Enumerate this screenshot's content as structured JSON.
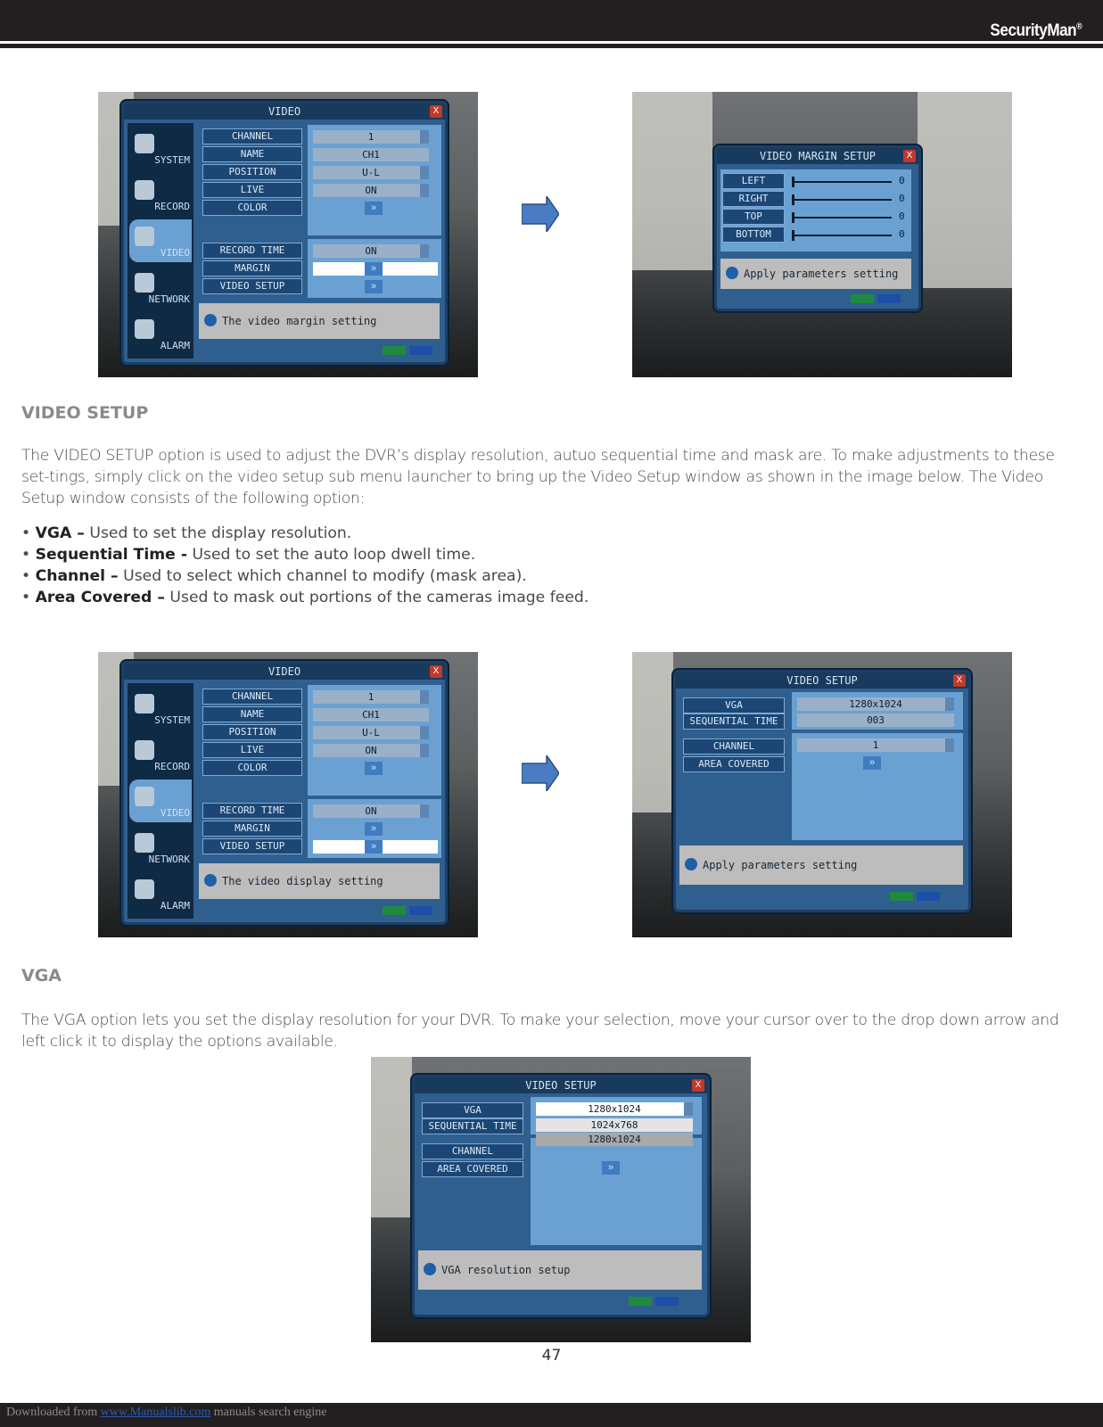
{
  "header": {
    "brand": "SecurityMan",
    "registered": "®"
  },
  "screens": {
    "video_menu": {
      "title": "VIDEO",
      "close": "X",
      "sidebar": [
        "SYSTEM",
        "RECORD",
        "VIDEO",
        "NETWORK",
        "ALARM"
      ],
      "labels": [
        "CHANNEL",
        "NAME",
        "POSITION",
        "LIVE",
        "COLOR",
        "RECORD TIME",
        "MARGIN",
        "VIDEO SETUP"
      ],
      "values": [
        "1",
        "CH1",
        "U-L",
        "ON",
        "ON"
      ],
      "arrow": "»",
      "msg_margin": "The video margin setting",
      "msg_display": "The video display setting"
    },
    "margin_setup": {
      "title": "VIDEO MARGIN SETUP",
      "labels": [
        "LEFT",
        "RIGHT",
        "TOP",
        "BOTTOM"
      ],
      "values": [
        "0",
        "0",
        "0",
        "0"
      ],
      "msg": "Apply parameters setting"
    },
    "video_setup": {
      "title": "VIDEO SETUP",
      "labels": [
        "VGA",
        "SEQUENTIAL TIME",
        "CHANNEL",
        "AREA COVERED"
      ],
      "values": [
        "1280x1024",
        "003",
        "1"
      ],
      "msg": "Apply parameters setting",
      "options": [
        "1024x768",
        "1280x1024"
      ],
      "msg_vga": "VGA resolution setup"
    }
  },
  "sections": {
    "video_setup": {
      "heading": "VIDEO SETUP",
      "body": "The VIDEO SETUP option is used to adjust the DVR’s display resolution, autuo sequential time and mask are.  To make adjustments to these set-tings, simply click on the video setup sub menu launcher to bring up the Video Setup window as shown in the image below. The Video Setup window consists of the following option:",
      "bullets": [
        {
          "term": "VGA –",
          "desc": "Used to set the display resolution."
        },
        {
          "term": "Sequential Time -",
          "desc": "Used to set the auto loop dwell time."
        },
        {
          "term": "Channel –",
          "desc": "Used to select which channel to modify (mask area)."
        },
        {
          "term": "Area Covered –",
          "desc": "Used to mask out portions of the cameras image feed."
        }
      ]
    },
    "vga": {
      "heading": "VGA",
      "body": "The VGA option lets you set the display resolution for your DVR. To make your selection, move your cursor over to the drop down arrow and left click it to display the options available."
    }
  },
  "page_number": "47",
  "footer": {
    "prefix": "Downloaded from",
    "link": "www.Manualslib.com",
    "suffix": " manuals search engine"
  },
  "colors": {
    "bar": "#231f20",
    "heading": "#8a8a8a",
    "arrow": "#4a7cc3"
  }
}
